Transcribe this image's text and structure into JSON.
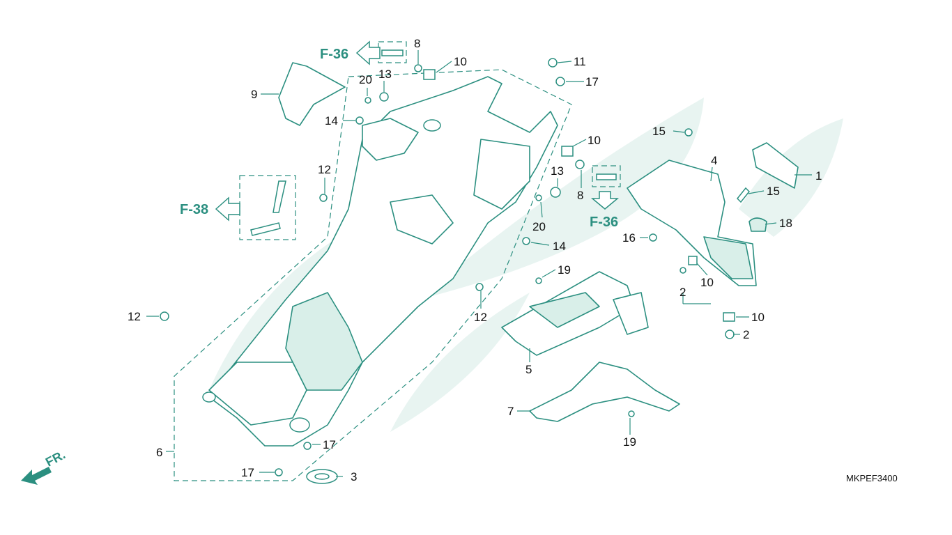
{
  "diagram_code": "MKPEF3400",
  "direction_label": "FR.",
  "references": {
    "f36_top": "F-36",
    "f36_right": "F-36",
    "f38_left": "F-38"
  },
  "callouts": {
    "c1": "1",
    "c2a": "2",
    "c2b": "2",
    "c3": "3",
    "c4": "4",
    "c5": "5",
    "c6": "6",
    "c7": "7",
    "c8a": "8",
    "c8b": "8",
    "c9": "9",
    "c10a": "10",
    "c10b": "10",
    "c10c": "10",
    "c10d": "10",
    "c11": "11",
    "c12a": "12",
    "c12b": "12",
    "c12c": "12",
    "c13a": "13",
    "c13b": "13",
    "c14a": "14",
    "c14b": "14",
    "c15a": "15",
    "c15b": "15",
    "c16": "16",
    "c17a": "17",
    "c17b": "17",
    "c17c": "17",
    "c18": "18",
    "c19a": "19",
    "c19b": "19",
    "c20a": "20",
    "c20b": "20"
  },
  "colors": {
    "line": "#2b8f80",
    "watermark": "#e8f4f1",
    "fill": "#d9efe9"
  }
}
